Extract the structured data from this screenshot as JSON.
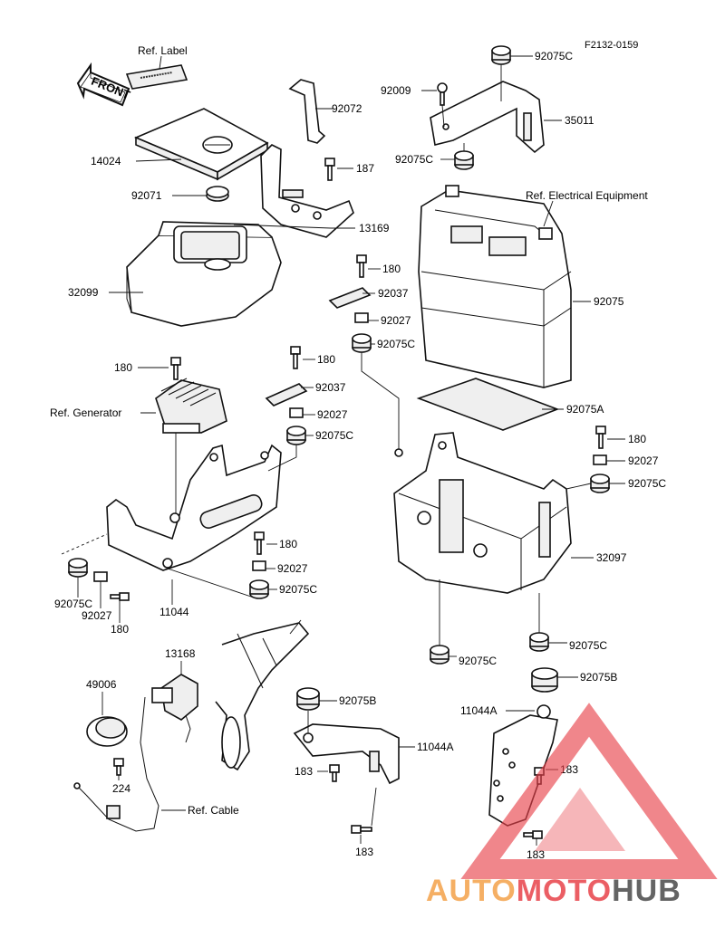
{
  "diagram_code": "F2132-0159",
  "front_label": "FRONT",
  "ref_labels": {
    "label": "Ref. Label",
    "electrical": "Ref. Electrical Equipment",
    "generator": "Ref. Generator",
    "cable": "Ref. Cable"
  },
  "callouts": {
    "c92075C_top": "92075C",
    "c92009": "92009",
    "c35011": "35011",
    "c92075C_b": "92075C",
    "c92072": "92072",
    "c14024": "14024",
    "c187": "187",
    "c92071": "92071",
    "c13169": "13169",
    "c32099": "32099",
    "c180_a": "180",
    "c92037_a": "92037",
    "c92027_a": "92027",
    "c92075C_c": "92075C",
    "c92075": "92075",
    "c180_b": "180",
    "c180_c": "180",
    "c92037_b": "92037",
    "c92027_b": "92027",
    "c92075C_d": "92075C",
    "c92075A": "92075A",
    "c180_d": "180",
    "c92027_c": "92027",
    "c92075C_e": "92075C",
    "c32097": "32097",
    "c180_e": "180",
    "c92027_d": "92027",
    "c92075C_f": "92075C",
    "c92075C_g": "92075C",
    "c92027_e": "92027",
    "c180_f": "180",
    "c11044": "11044",
    "c92075C_h": "92075C",
    "c92075C_i": "92075C",
    "c13168": "13168",
    "c49006": "49006",
    "c92075B_a": "92075B",
    "c11044A_a": "11044A",
    "c92075B_b": "92075B",
    "c11044A_b": "11044A",
    "c183_a": "183",
    "c183_b": "183",
    "c183_c": "183",
    "c183_d": "183",
    "c224": "224"
  },
  "watermark": {
    "text_a": "AUTO",
    "text_b": "MOTO",
    "text_c": "HUB",
    "colors": {
      "orange": "#f4a24a",
      "red": "#e8424a",
      "dark": "#4a4a4a"
    }
  }
}
